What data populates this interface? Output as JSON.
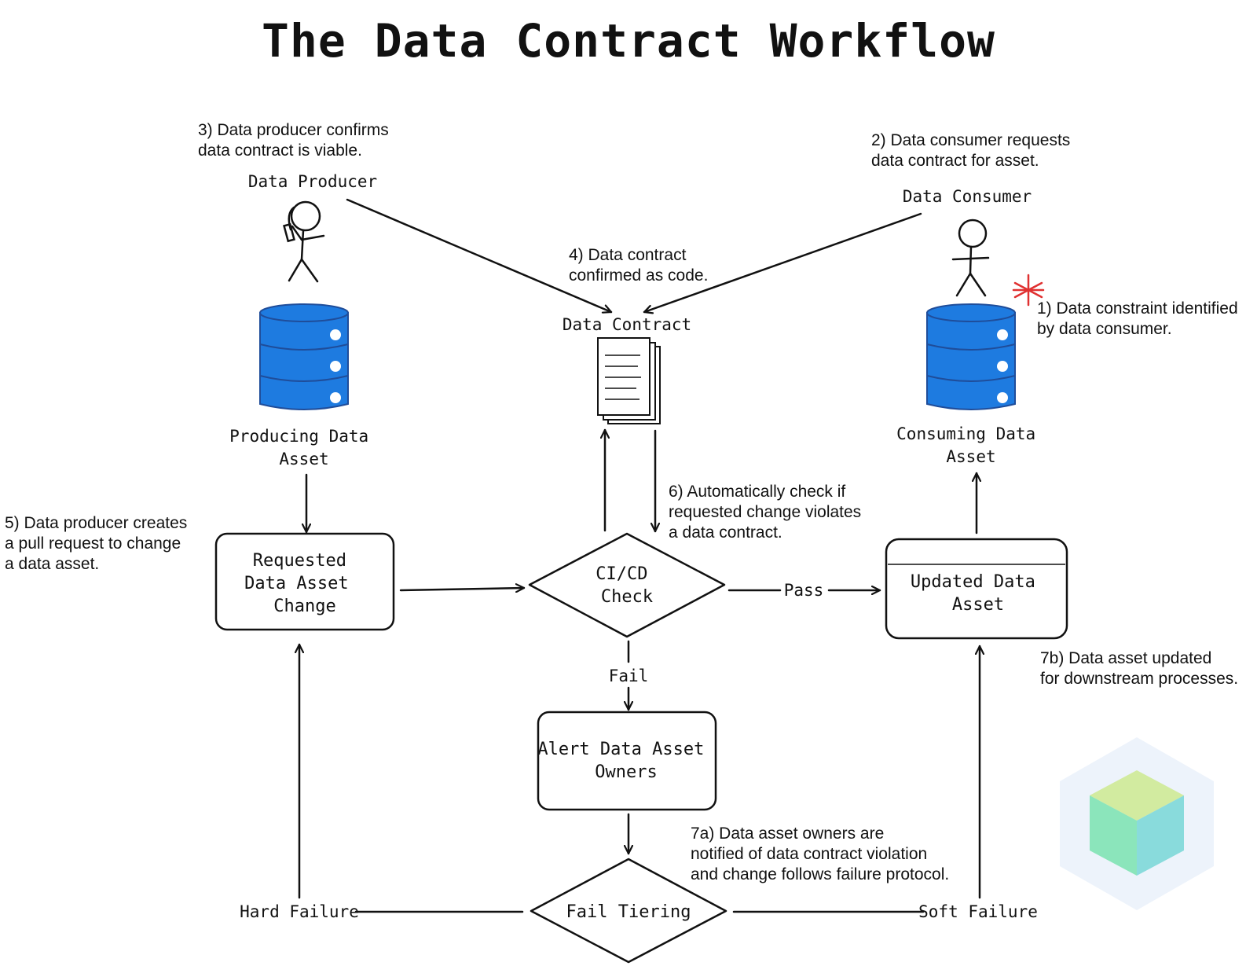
{
  "title": "The Data Contract Workflow",
  "actors": {
    "producer": "Data Producer",
    "consumer": "Data Consumer"
  },
  "assets": {
    "producing": [
      "Producing Data",
      "Asset"
    ],
    "consuming": [
      "Consuming Data",
      "Asset"
    ],
    "contract": "Data Contract"
  },
  "boxes": {
    "requested_change": [
      "Requested",
      "Data Asset",
      "Change"
    ],
    "cicd_check": [
      "CI/CD",
      "Check"
    ],
    "updated_asset": [
      "Updated Data",
      "Asset"
    ],
    "alert_owners": [
      "Alert Data Asset",
      "Owners"
    ],
    "fail_tiering": "Fail Tiering"
  },
  "edge_labels": {
    "pass": "Pass",
    "fail": "Fail",
    "hard_failure": "Hard Failure",
    "soft_failure": "Soft Failure"
  },
  "notes": {
    "step1": [
      "1) Data constraint identified",
      "by data consumer."
    ],
    "step2": [
      "2) Data consumer requests",
      "data contract for asset."
    ],
    "step3": [
      "3) Data producer confirms",
      "data contract is viable."
    ],
    "step4": [
      "4) Data contract",
      "confirmed as code."
    ],
    "step5": [
      "5) Data producer creates",
      "a pull request to change",
      "a data asset."
    ],
    "step6": [
      "6) Automatically check if",
      "requested change violates",
      "a data contract."
    ],
    "step7a": [
      "7a) Data asset owners are",
      "notified of data contract violation",
      "and change follows failure protocol."
    ],
    "step7b": [
      "7b) Data asset updated",
      "for downstream processes."
    ]
  },
  "colors": {
    "db_fill": "#1e7be0",
    "db_stroke": "#1f4d9a",
    "star": "#e03131",
    "logo_back": "#e6eef9",
    "logo_green": "#7fe3b4",
    "logo_teal": "#7dd8d8",
    "logo_top": "#cde98f"
  }
}
